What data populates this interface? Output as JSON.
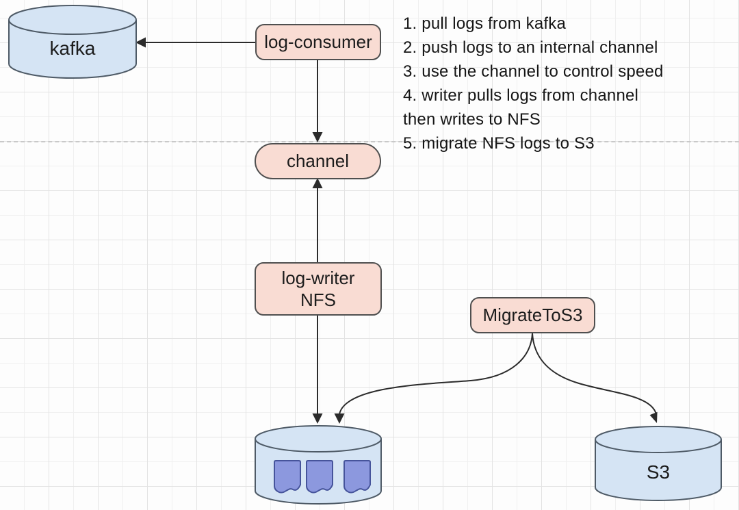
{
  "nodes": {
    "kafka": {
      "label": "kafka",
      "shape": "cylinder"
    },
    "log_consumer": {
      "label": "log-consumer",
      "shape": "rounded-rect"
    },
    "channel": {
      "label": "channel",
      "shape": "pill"
    },
    "log_writer": {
      "line1": "log-writer",
      "line2": "NFS",
      "shape": "rounded-rect"
    },
    "migrate_to_s3": {
      "label": "MigrateToS3",
      "shape": "rounded-rect"
    },
    "nfs_store": {
      "label": "",
      "shape": "cylinder",
      "file_icons": {
        "icon": "file-icon",
        "count": 3
      }
    },
    "s3": {
      "label": "S3",
      "shape": "cylinder"
    }
  },
  "edges": [
    {
      "from": "log_consumer",
      "to": "kafka",
      "arrow": "into-kafka"
    },
    {
      "from": "log_consumer",
      "to": "channel",
      "arrow": "into-channel-top"
    },
    {
      "from": "log_writer",
      "to": "channel",
      "arrow": "into-channel-bottom"
    },
    {
      "from": "log_writer",
      "to": "nfs_store",
      "arrow": "into-nfs"
    },
    {
      "from": "migrate_to_s3",
      "to": "nfs_store",
      "arrow": "into-nfs"
    },
    {
      "from": "migrate_to_s3",
      "to": "s3",
      "arrow": "into-s3"
    }
  ],
  "notes": {
    "lines": [
      "1. pull logs from kafka",
      "2. push logs to an internal channel",
      "3. use the channel to control speed",
      "4. writer pulls logs from channel",
      "then writes to NFS",
      "5. migrate NFS logs to S3"
    ]
  },
  "colors": {
    "node_pink_fill": "#f9dcd3",
    "node_pink_border": "#4f4f4f",
    "cylinder_blue_fill": "#d5e4f4",
    "cylinder_border": "#4e5a66",
    "file_icon_fill": "#8c98de",
    "file_icon_border": "#46549b",
    "arrow": "#2b2b2b",
    "text": "#1c1c1c",
    "grid_line": "#e3e3e3",
    "page_boundary_dash": "#c9c9c9"
  }
}
